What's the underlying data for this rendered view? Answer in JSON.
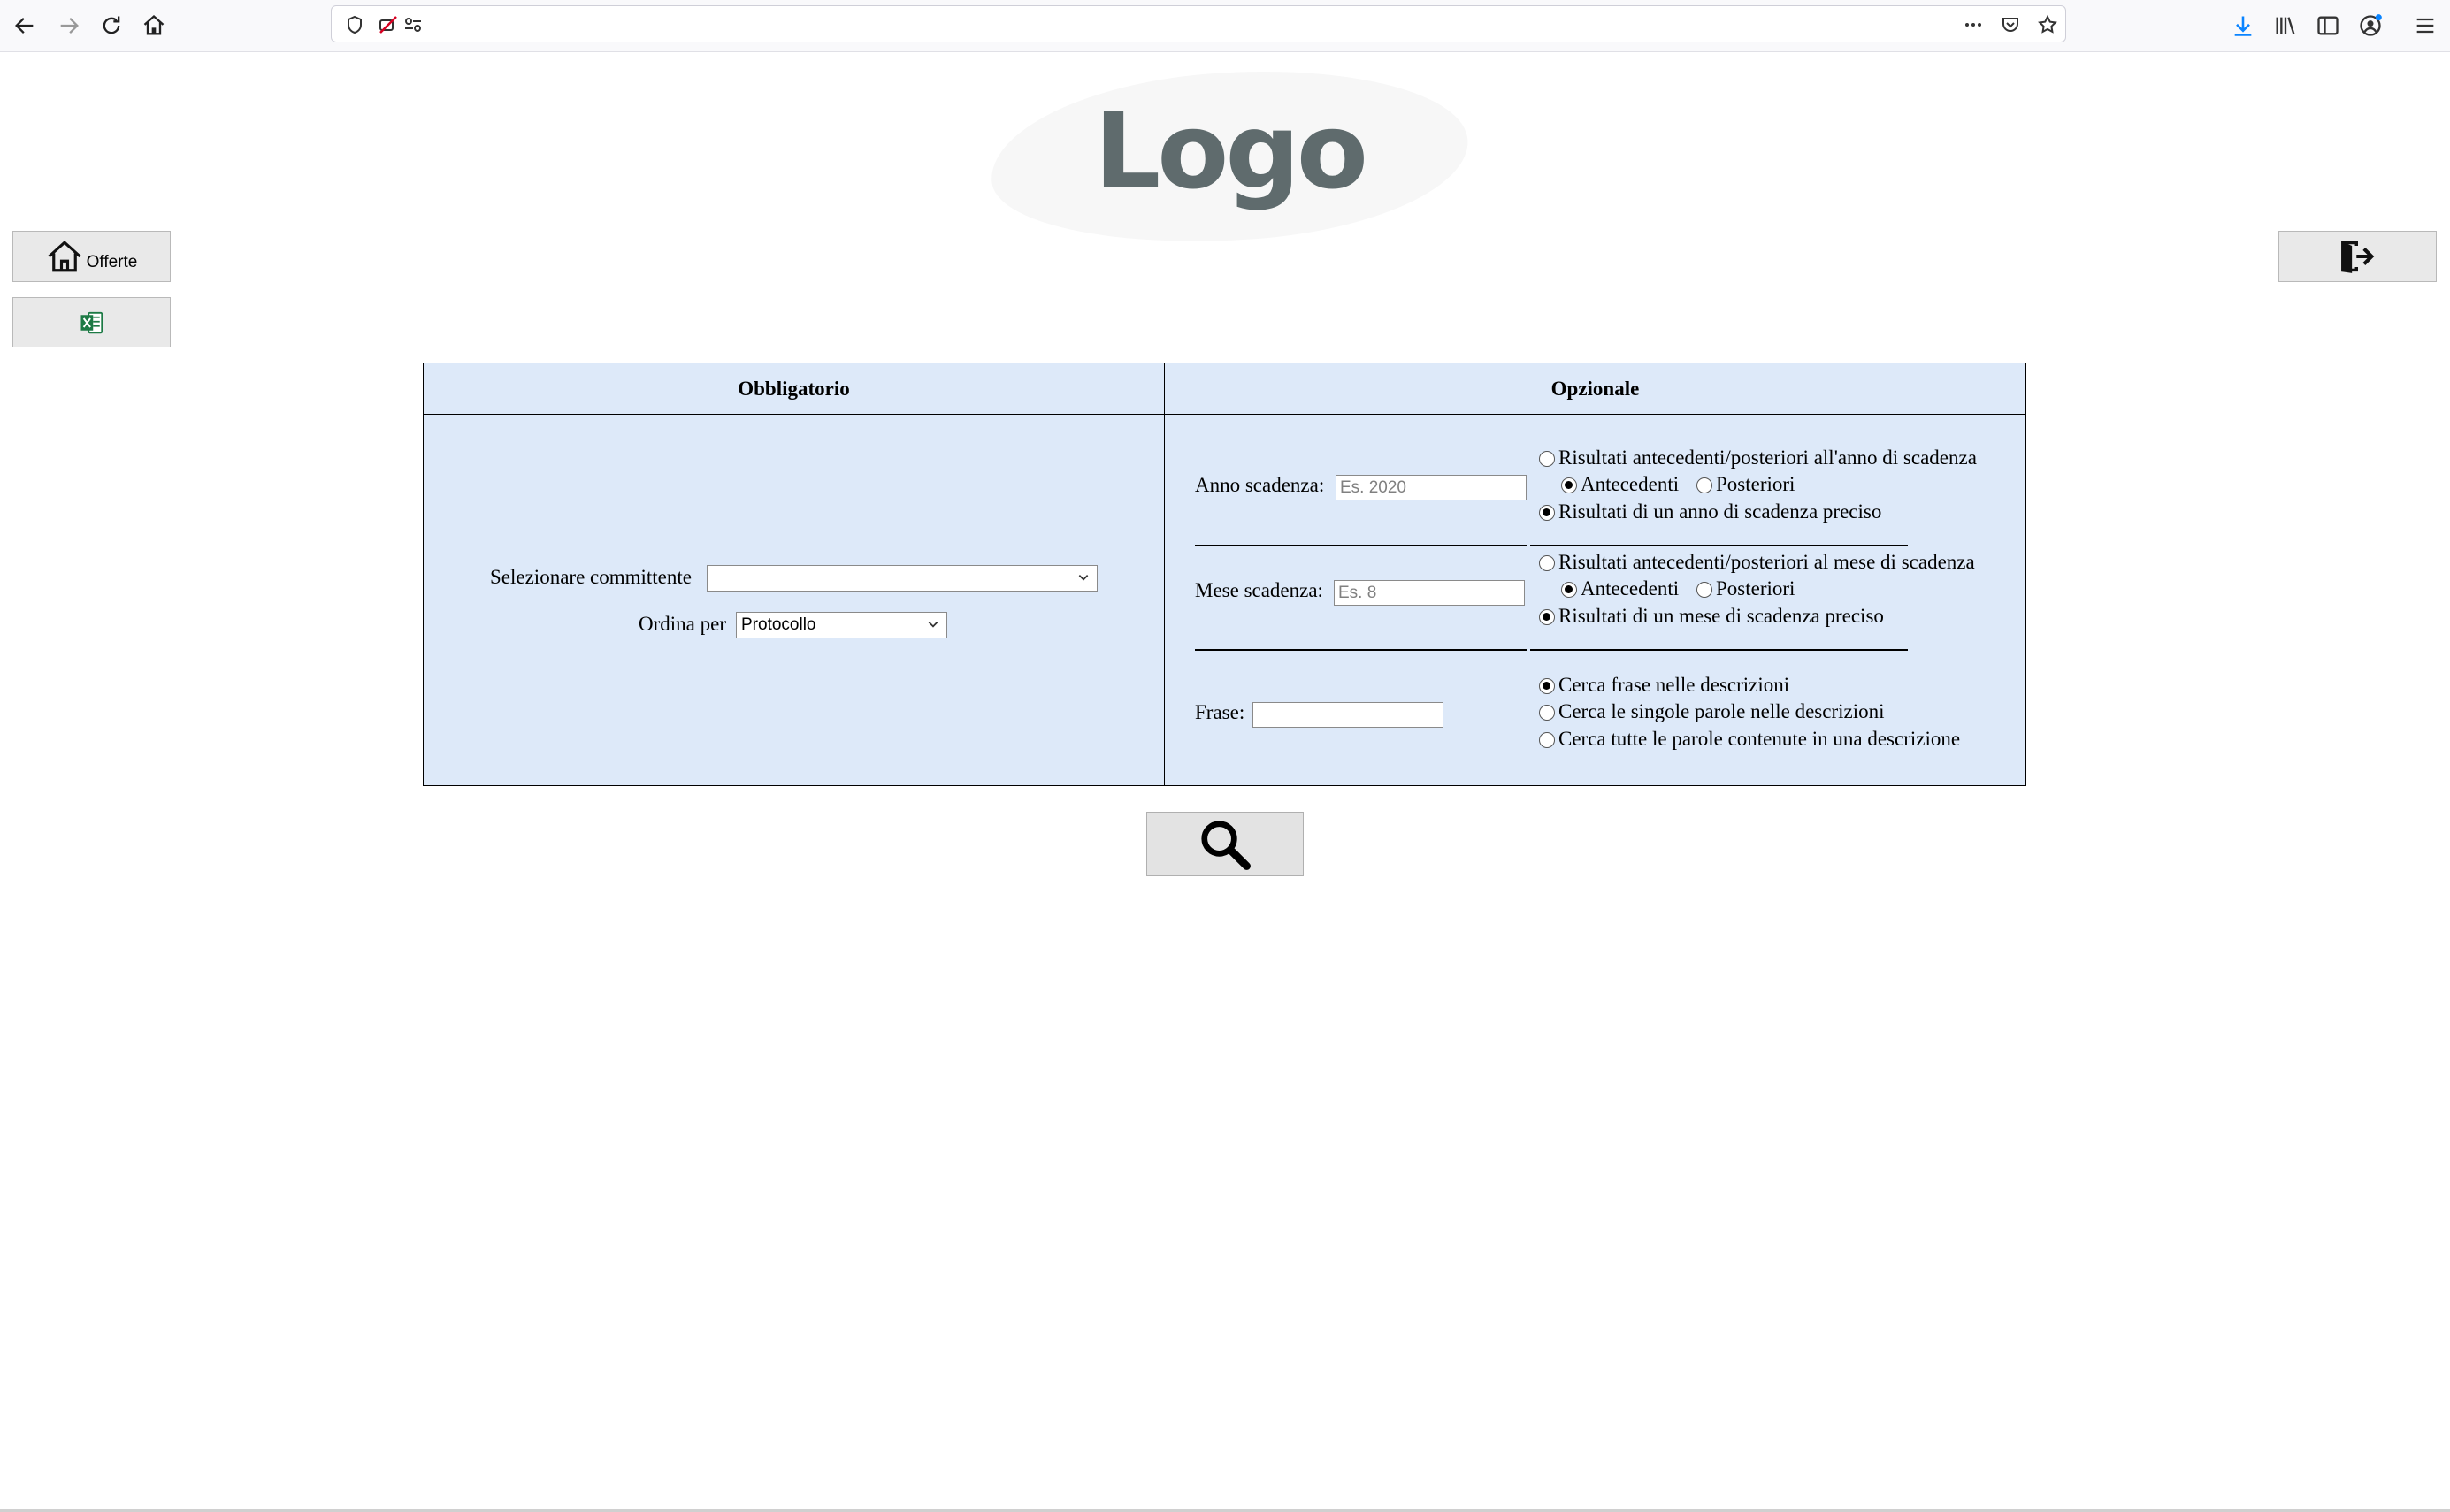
{
  "logo": {
    "text": "Logo"
  },
  "side": {
    "home_label": "Offerte"
  },
  "table": {
    "left_header": "Obbligatorio",
    "right_header": "Opzionale",
    "committente_label": "Selezionare committente",
    "committente_value": "",
    "ordina_label": "Ordina per",
    "ordina_value": "Protocollo",
    "anno": {
      "label": "Anno scadenza:",
      "placeholder": "Es. 2020",
      "opt_range": "Risultati antecedenti/posteriori all'anno di scadenza",
      "opt_before": "Antecedenti",
      "opt_after": "Posteriori",
      "opt_exact": "Risultati di un anno di scadenza preciso"
    },
    "mese": {
      "label": "Mese scadenza:",
      "placeholder": "Es. 8",
      "opt_range": "Risultati antecedenti/posteriori al mese di scadenza",
      "opt_before": "Antecedenti",
      "opt_after": "Posteriori",
      "opt_exact": "Risultati di un mese di scadenza preciso"
    },
    "frase": {
      "label": "Frase:",
      "value": "",
      "opt_phrase": "Cerca frase nelle descrizioni",
      "opt_words": "Cerca le singole parole nelle descrizioni",
      "opt_all": "Cerca tutte le parole contenute in una descrizione"
    }
  },
  "colors": {
    "panel_bg": "#dde9f9",
    "button_bg": "#e9e9e9",
    "excel_green": "#1d7a45",
    "logo_gray": "#5f6b6d"
  }
}
